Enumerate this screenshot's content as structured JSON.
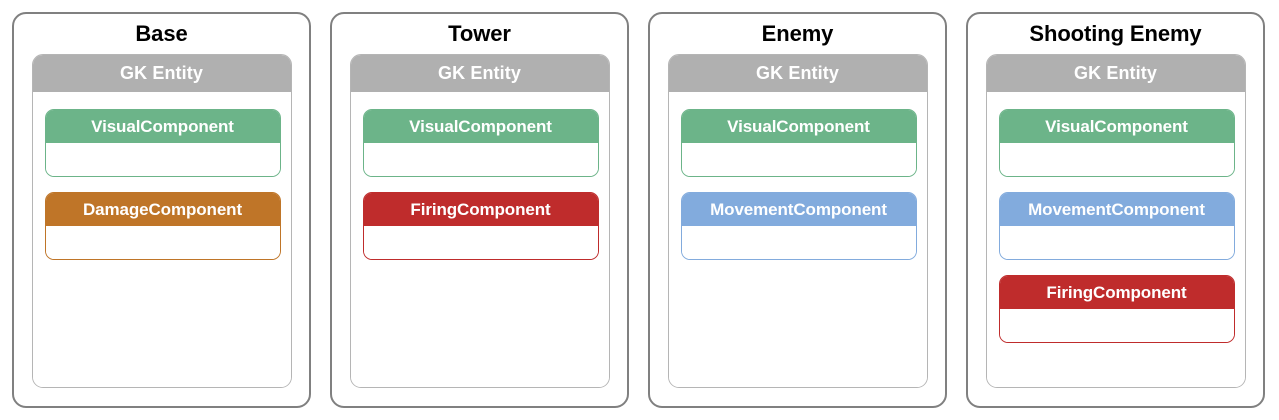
{
  "diagram": {
    "title_role": "entity-component-diagram",
    "entity_box_label": "GK Entity",
    "palette": {
      "green": "#6cb489",
      "orange": "#bf7528",
      "red": "#bf2c2c",
      "blue": "#82abdd",
      "grey_header": "#b0b0b0",
      "panel_border": "#808080",
      "inner_border": "#b5b5b5",
      "background": "#ffffff",
      "title_text": "#000000",
      "header_text": "#ffffff"
    },
    "panels": [
      {
        "title": "Base",
        "entity_label": "GK Entity",
        "components": [
          {
            "label": "VisualComponent",
            "color": "#6cb489"
          },
          {
            "label": "DamageComponent",
            "color": "#bf7528"
          }
        ]
      },
      {
        "title": "Tower",
        "entity_label": "GK Entity",
        "components": [
          {
            "label": "VisualComponent",
            "color": "#6cb489"
          },
          {
            "label": "FiringComponent",
            "color": "#bf2c2c"
          }
        ]
      },
      {
        "title": "Enemy",
        "entity_label": "GK Entity",
        "components": [
          {
            "label": "VisualComponent",
            "color": "#6cb489"
          },
          {
            "label": "MovementComponent",
            "color": "#82abdd"
          }
        ]
      },
      {
        "title": "Shooting Enemy",
        "entity_label": "GK Entity",
        "components": [
          {
            "label": "VisualComponent",
            "color": "#6cb489"
          },
          {
            "label": "MovementComponent",
            "color": "#82abdd"
          },
          {
            "label": "FiringComponent",
            "color": "#bf2c2c"
          }
        ]
      }
    ]
  }
}
